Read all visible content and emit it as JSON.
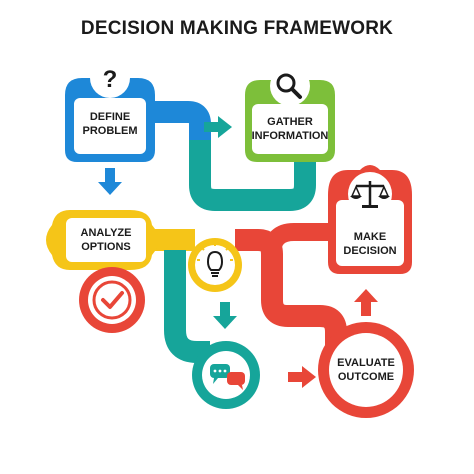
{
  "title": "DECISION MAKING FRAMEWORK",
  "steps": [
    {
      "label_line1": "DEFINE",
      "label_line2": "PROBLEM",
      "icon": "question-mark-icon",
      "color": "#1E88D8"
    },
    {
      "label_line1": "GATHER",
      "label_line2": "INFORMATION",
      "icon": "magnifier-icon",
      "color": "#7DBF3A"
    },
    {
      "label_line1": "ANALYZE",
      "label_line2": "OPTIONS",
      "icon": "checkmark-icon",
      "color": "#F5C518"
    },
    {
      "label_line1": "MAKE",
      "label_line2": "DECISION",
      "icon": "scales-icon",
      "color": "#E84638"
    },
    {
      "label_line1": "EVALUATE",
      "label_line2": "OUTCOME",
      "icon": "chat-bubbles-icon",
      "color": "#E84638"
    }
  ],
  "colors": {
    "blue": "#1E88D8",
    "teal": "#16A59A",
    "green": "#7DBF3A",
    "yellow": "#F5C518",
    "red": "#E84638",
    "dark": "#1b1b1b"
  },
  "icons": [
    "question-mark-icon",
    "magnifier-icon",
    "checkmark-icon",
    "lightbulb-icon",
    "chat-bubbles-icon",
    "scales-icon",
    "arrow-icon"
  ]
}
